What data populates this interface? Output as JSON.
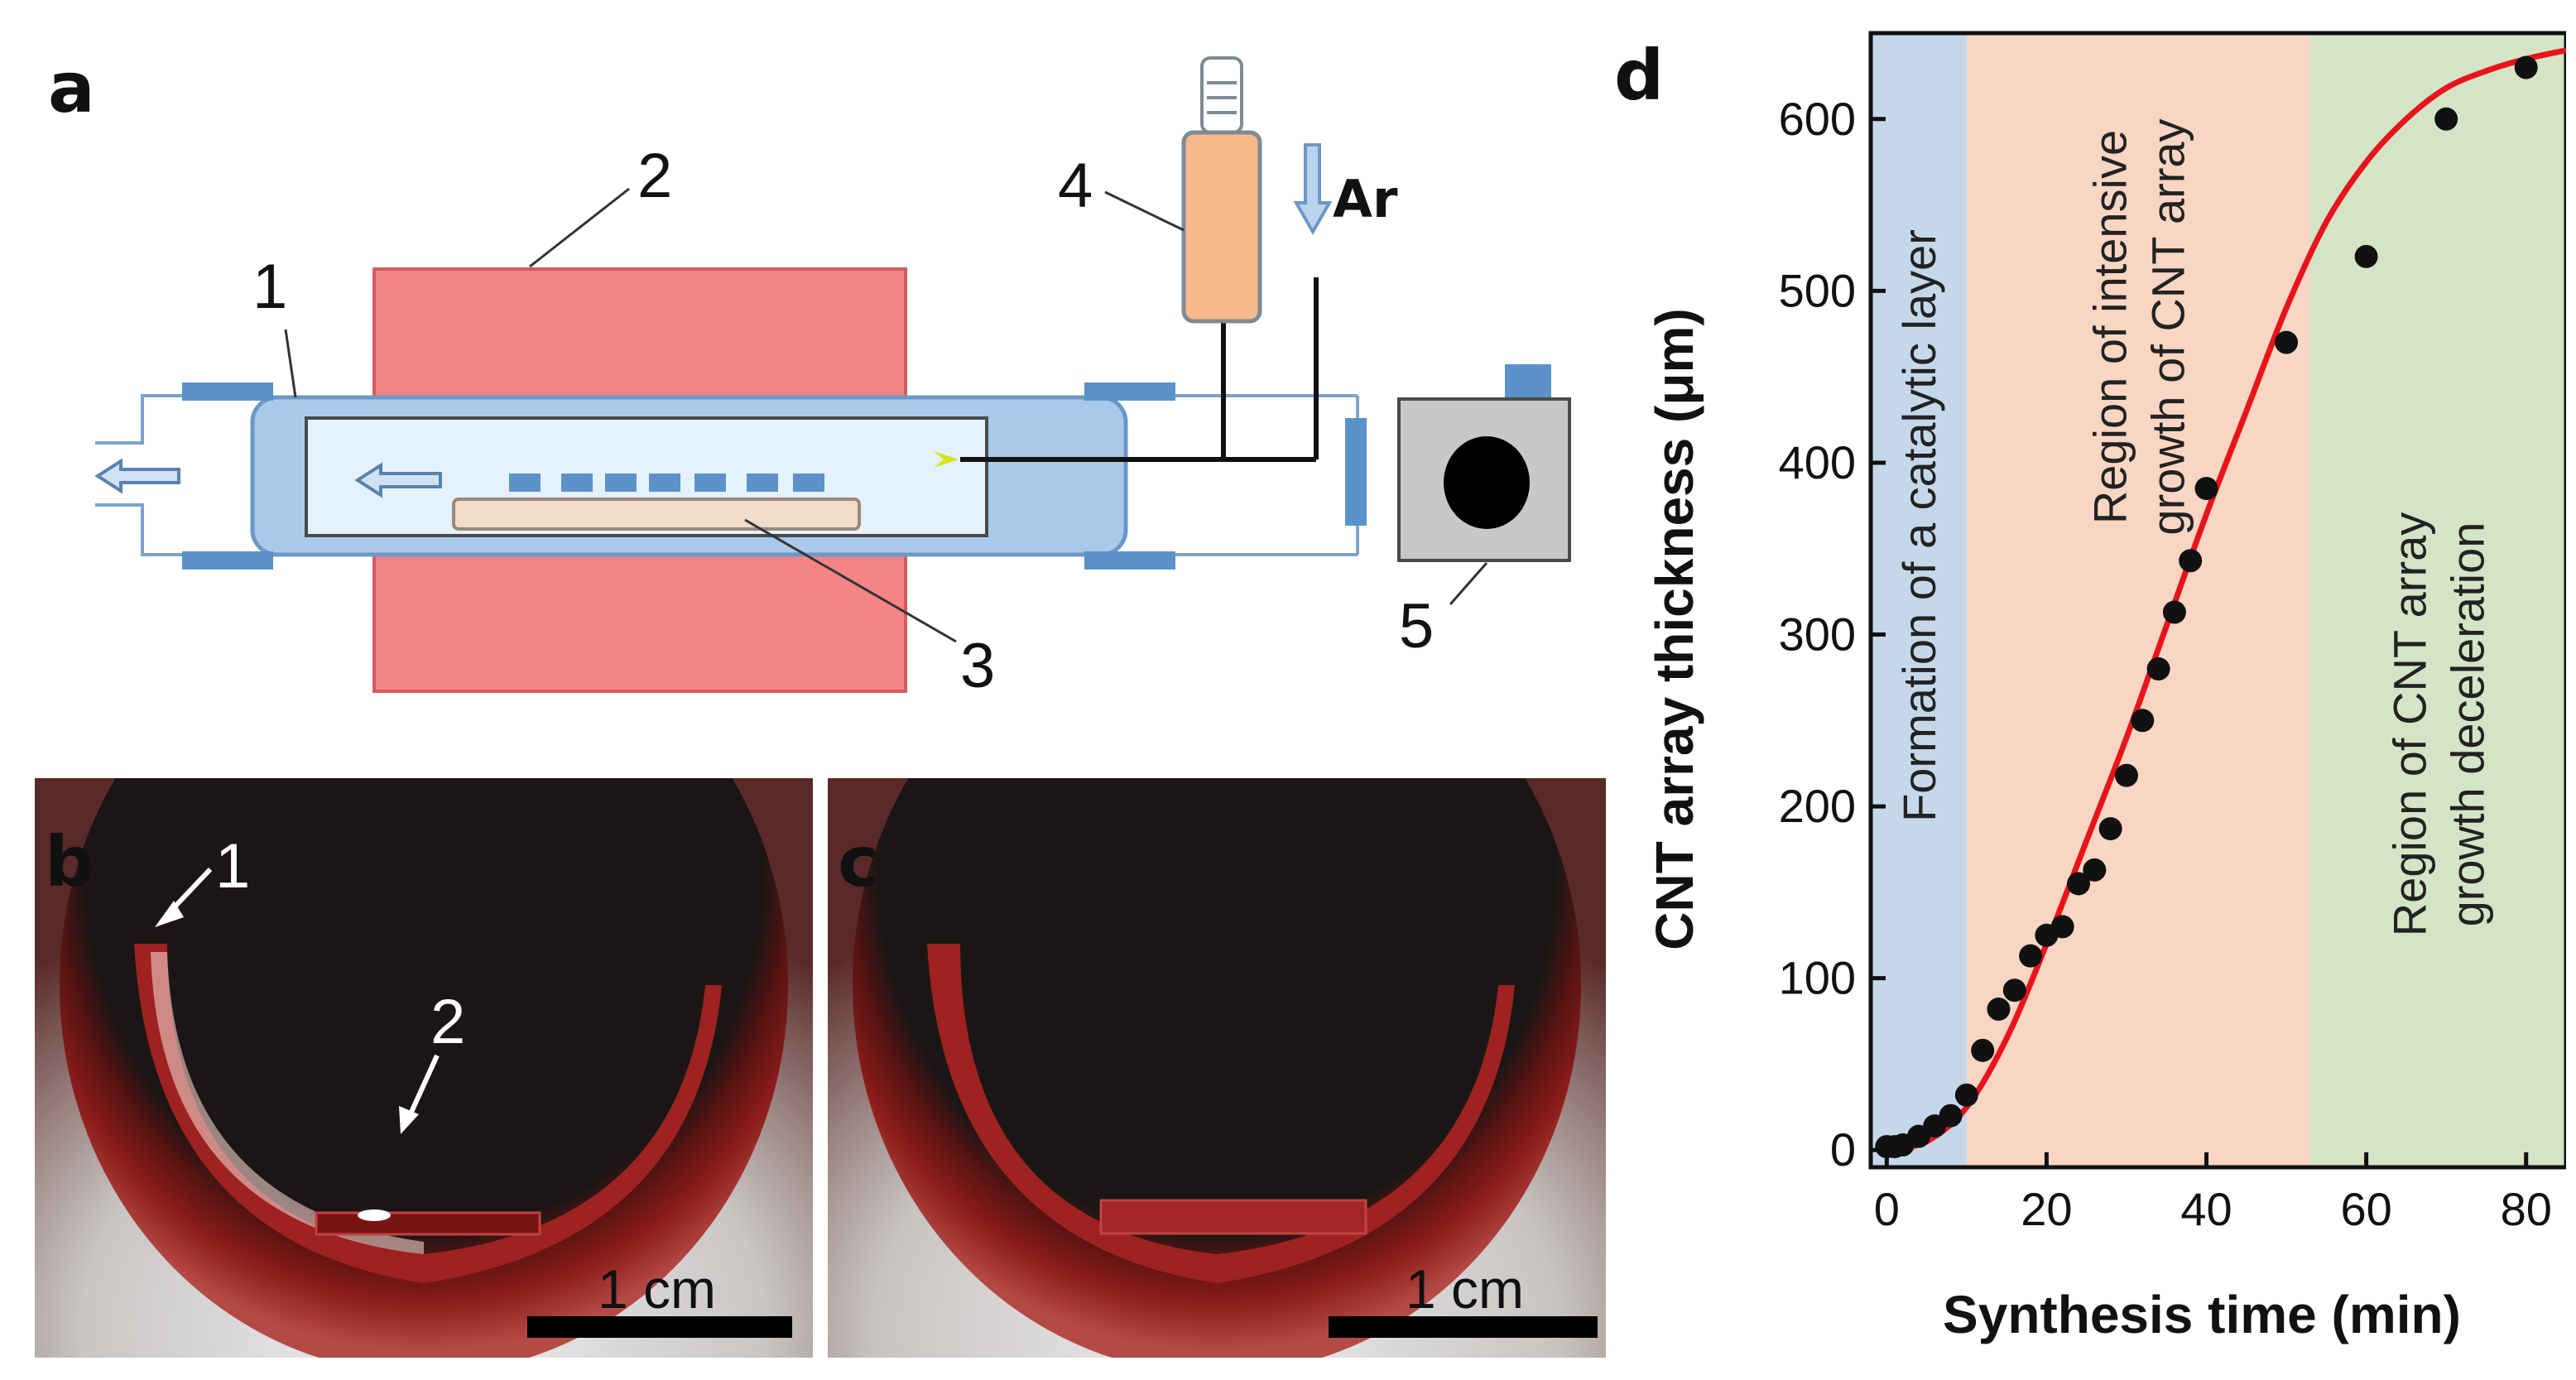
{
  "panel_a": {
    "letter": "a",
    "labels": [
      "1",
      "2",
      "3",
      "4",
      "5"
    ],
    "gas_label": "Ar"
  },
  "panel_b": {
    "letter": "b",
    "labels": [
      "1",
      "2"
    ],
    "scale_bar": "1 cm"
  },
  "panel_c": {
    "letter": "c",
    "scale_bar": "1 cm"
  },
  "chart_data": {
    "letter": "d",
    "type": "scatter",
    "xlabel": "Synthesis time (min)",
    "ylabel": "CNT array thickness (μm)",
    "xlim": [
      -2,
      85
    ],
    "ylim": [
      -10,
      650
    ],
    "xticks": [
      0,
      20,
      40,
      60,
      80
    ],
    "yticks": [
      0,
      100,
      200,
      300,
      400,
      500,
      600
    ],
    "regions": [
      {
        "x0": -2,
        "x1": 10,
        "color": "#c5d8ea",
        "label_lines": [
          "Formation of a catalytic layer"
        ]
      },
      {
        "x0": 10,
        "x1": 53,
        "color": "#f8d6c3",
        "label_lines": [
          "Region of intensive",
          "growth of CNT array"
        ]
      },
      {
        "x0": 53,
        "x1": 85,
        "color": "#d4e4c6",
        "label_lines": [
          "Region of CNT array",
          "growth deceleration"
        ]
      }
    ],
    "points": [
      {
        "x": 0,
        "y": 2
      },
      {
        "x": 1,
        "y": 2
      },
      {
        "x": 2,
        "y": 3
      },
      {
        "x": 4,
        "y": 8
      },
      {
        "x": 6,
        "y": 14
      },
      {
        "x": 8,
        "y": 20
      },
      {
        "x": 10,
        "y": 32
      },
      {
        "x": 12,
        "y": 58
      },
      {
        "x": 14,
        "y": 82
      },
      {
        "x": 16,
        "y": 93
      },
      {
        "x": 18,
        "y": 113
      },
      {
        "x": 20,
        "y": 125
      },
      {
        "x": 22,
        "y": 130
      },
      {
        "x": 24,
        "y": 155
      },
      {
        "x": 26,
        "y": 163
      },
      {
        "x": 28,
        "y": 187
      },
      {
        "x": 30,
        "y": 218
      },
      {
        "x": 32,
        "y": 250
      },
      {
        "x": 34,
        "y": 280
      },
      {
        "x": 36,
        "y": 313
      },
      {
        "x": 38,
        "y": 343
      },
      {
        "x": 40,
        "y": 385
      },
      {
        "x": 50,
        "y": 470
      },
      {
        "x": 60,
        "y": 520
      },
      {
        "x": 70,
        "y": 600
      },
      {
        "x": 80,
        "y": 630
      }
    ],
    "fit_curve": {
      "color": "#e8141b",
      "x": [
        0,
        5,
        10,
        15,
        20,
        25,
        30,
        35,
        40,
        45,
        50,
        55,
        60,
        65,
        70,
        75,
        80,
        85
      ],
      "y": [
        0,
        5,
        25,
        65,
        120,
        180,
        240,
        305,
        370,
        430,
        490,
        540,
        575,
        600,
        618,
        628,
        635,
        640
      ]
    },
    "marker_color": "#111111"
  }
}
